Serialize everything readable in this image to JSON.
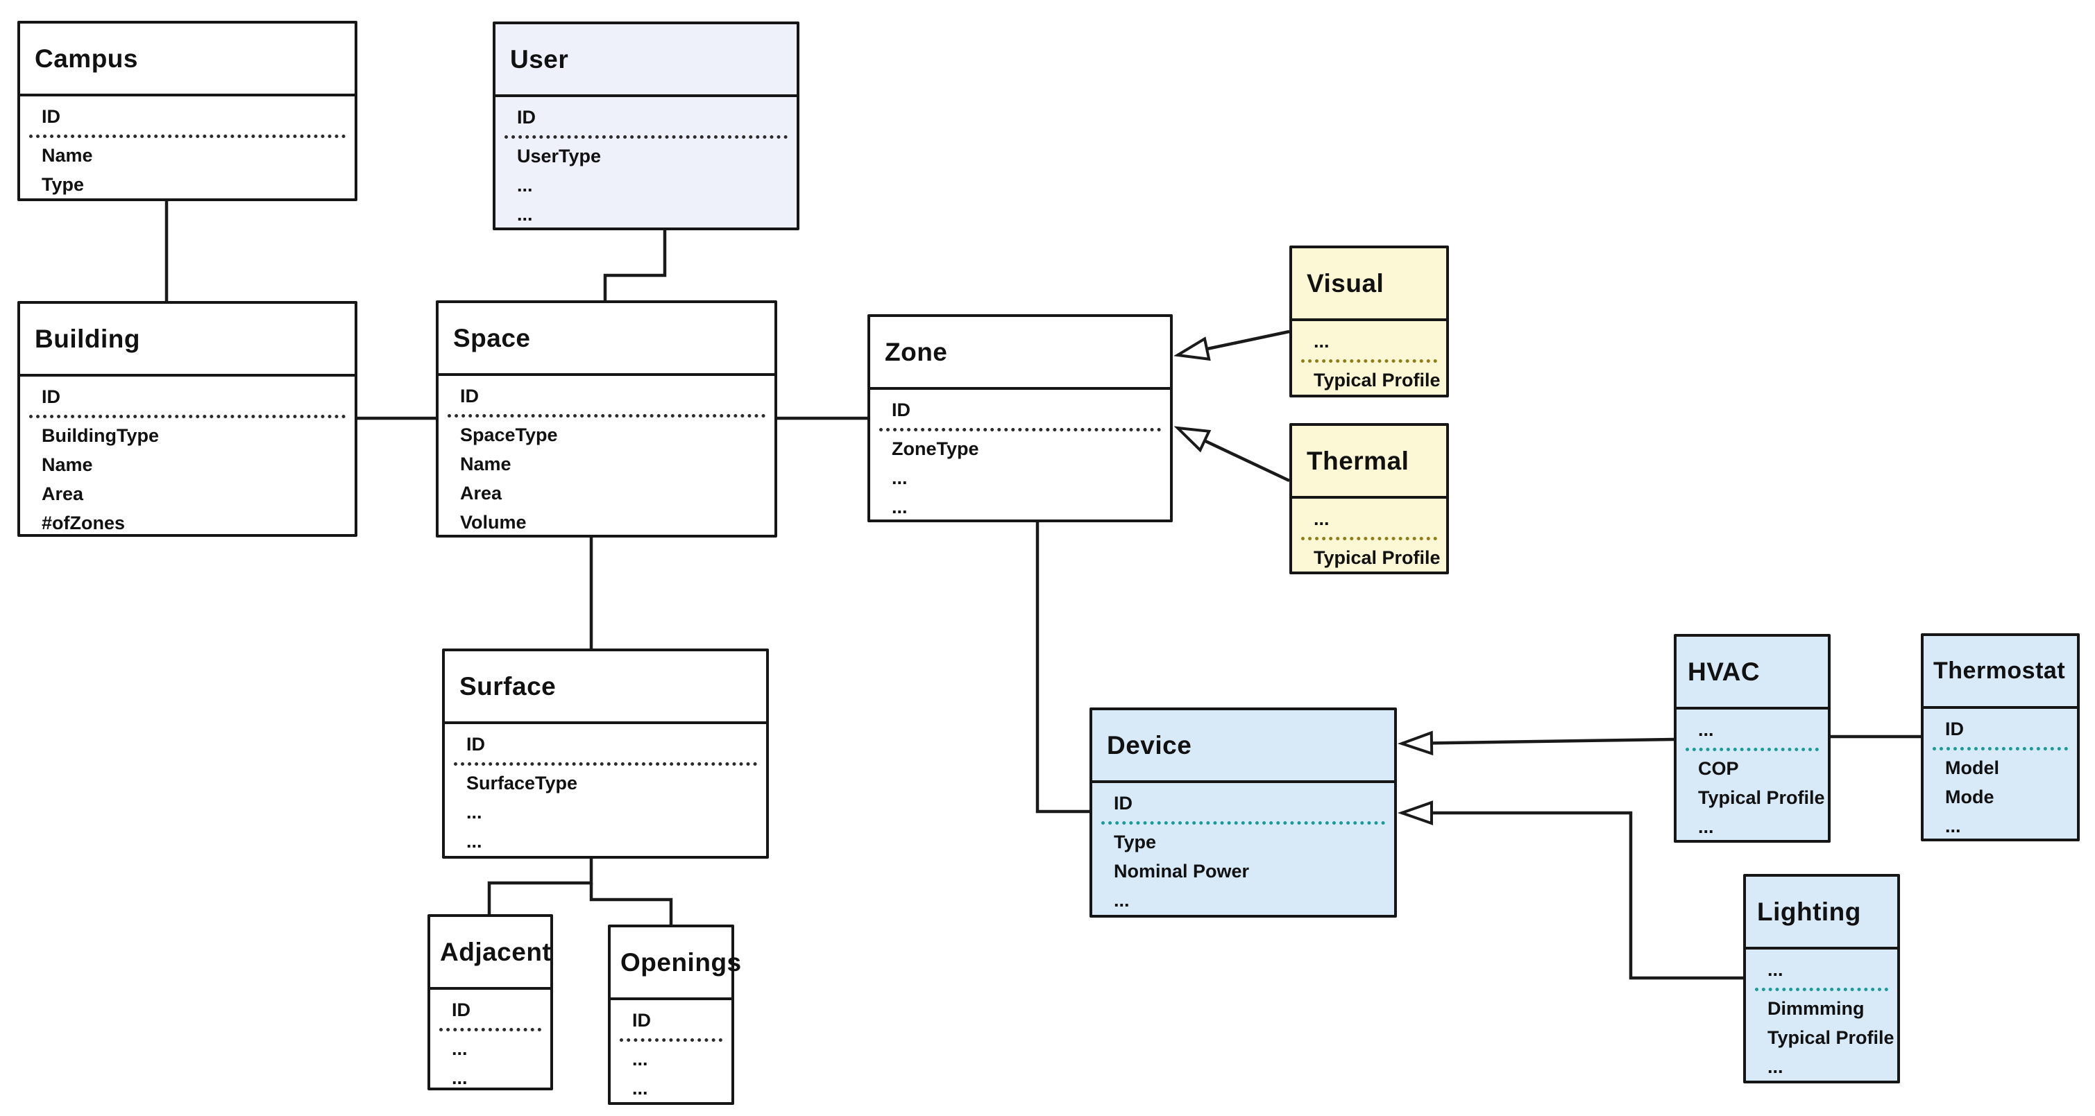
{
  "diagram": {
    "type": "uml-class-diagram",
    "background_color": "#ffffff",
    "line_color": "#1a1a1a",
    "fills": {
      "plain": "#ffffff",
      "user": "#eef0fa",
      "comfort": "#fcf7d4",
      "device": "#d8eaf8"
    },
    "dash_colors": {
      "plain": "#2b2b2b",
      "comfort": "#8f7e18",
      "device": "#199b97"
    }
  },
  "entities": {
    "campus": {
      "title": "Campus",
      "key_attr": "ID",
      "attrs": [
        "Name",
        "Type"
      ]
    },
    "user": {
      "title": "User",
      "key_attr": "ID",
      "attrs": [
        "UserType",
        "...",
        "..."
      ]
    },
    "building": {
      "title": "Building",
      "key_attr": "ID",
      "attrs": [
        "BuildingType",
        "Name",
        "Area",
        "#ofZones"
      ]
    },
    "space": {
      "title": "Space",
      "key_attr": "ID",
      "attrs": [
        "SpaceType",
        "Name",
        "Area",
        "Volume"
      ]
    },
    "zone": {
      "title": "Zone",
      "key_attr": "ID",
      "attrs": [
        "ZoneType",
        "...",
        "..."
      ]
    },
    "visual": {
      "title": "Visual",
      "key_attr": "...",
      "attrs": [
        "Typical Profile"
      ]
    },
    "thermal": {
      "title": "Thermal",
      "key_attr": "...",
      "attrs": [
        "Typical Profile"
      ]
    },
    "surface": {
      "title": "Surface",
      "key_attr": "ID",
      "attrs": [
        "SurfaceType",
        "...",
        "..."
      ]
    },
    "adjacent": {
      "title": "Adjacent",
      "key_attr": "ID",
      "attrs": [
        "...",
        "..."
      ]
    },
    "openings": {
      "title": "Openings",
      "key_attr": "ID",
      "attrs": [
        "...",
        "..."
      ]
    },
    "device": {
      "title": "Device",
      "key_attr": "ID",
      "attrs": [
        "Type",
        "Nominal Power",
        "..."
      ]
    },
    "hvac": {
      "title": "HVAC",
      "key_attr": "...",
      "attrs": [
        "COP",
        "Typical Profile",
        "..."
      ]
    },
    "thermostat": {
      "title": "Thermostat",
      "key_attr": "ID",
      "attrs": [
        "Model",
        "Mode",
        "..."
      ]
    },
    "lighting": {
      "title": "Lighting",
      "key_attr": "...",
      "attrs": [
        "Dimmming",
        "Typical Profile",
        "..."
      ]
    }
  },
  "relationships": [
    {
      "from": "Campus",
      "to": "Building",
      "type": "association"
    },
    {
      "from": "User",
      "to": "Space",
      "type": "association"
    },
    {
      "from": "Building",
      "to": "Space",
      "type": "association"
    },
    {
      "from": "Space",
      "to": "Zone",
      "type": "association"
    },
    {
      "from": "Space",
      "to": "Surface",
      "type": "association"
    },
    {
      "from": "Surface",
      "to": "Adjacent",
      "type": "association"
    },
    {
      "from": "Surface",
      "to": "Openings",
      "type": "association"
    },
    {
      "from": "Zone",
      "to": "Device",
      "type": "association"
    },
    {
      "from": "Visual",
      "to": "Zone",
      "type": "generalization"
    },
    {
      "from": "Thermal",
      "to": "Zone",
      "type": "generalization"
    },
    {
      "from": "HVAC",
      "to": "Device",
      "type": "generalization"
    },
    {
      "from": "Lighting",
      "to": "Device",
      "type": "generalization"
    },
    {
      "from": "HVAC",
      "to": "Thermostat",
      "type": "association"
    }
  ]
}
